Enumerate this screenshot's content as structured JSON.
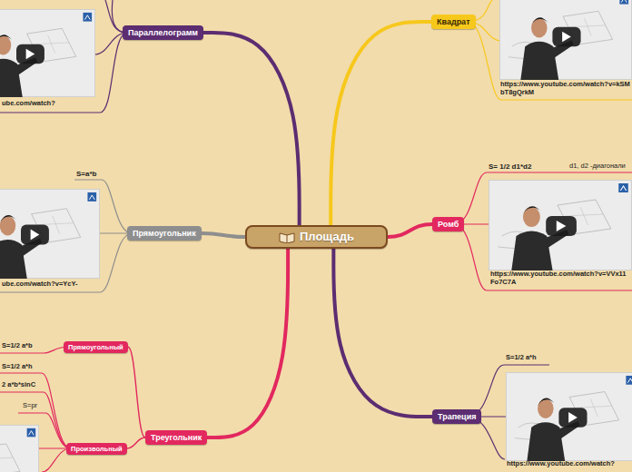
{
  "diagram": {
    "nodes": [
      {
        "text": [
          "Площадь"
        ]
      },
      {
        "text": [
          "Параллелограмм"
        ]
      },
      {
        "text": [
          "Квадрат"
        ]
      },
      {
        "text": [
          "Прямоугольник"
        ]
      },
      {
        "text": [
          "Ромб"
        ]
      },
      {
        "text": [
          "Треугольник"
        ]
      },
      {
        "text": [
          "Трапеция"
        ]
      },
      {
        "text": [
          "Прямоугольный"
        ]
      },
      {
        "text": [
          "Произвольный"
        ]
      }
    ],
    "edges": [
      {
        "from": 0,
        "to": 1,
        "arrow": "none"
      },
      {
        "from": 0,
        "to": 2,
        "arrow": "none"
      },
      {
        "from": 0,
        "to": 3,
        "arrow": "none"
      },
      {
        "from": 0,
        "to": 4,
        "arrow": "none"
      },
      {
        "from": 0,
        "to": 5,
        "arrow": "none"
      },
      {
        "from": 0,
        "to": 6,
        "arrow": "none"
      },
      {
        "from": 5,
        "to": 7,
        "arrow": "none"
      },
      {
        "from": 5,
        "to": 8,
        "arrow": "none"
      }
    ],
    "labels": [
      "ube.com/watch?",
      "https://www.youtube.com/watch?v=kSMbT8gQrkM",
      "S=a*b",
      "S= 1/2 d1*d2",
      "d1, d2 -диагонали",
      "ube.com/watch?v=YcY-",
      "https://www.youtube.com/watch?v=VVx11Fo7C7A",
      "S=1/2 a*b",
      "S=1/2 a*h",
      "S=1/2 a*h",
      "2 a*b*sinC",
      "S=pr",
      "https://www.youtube.com/watch?"
    ]
  }
}
